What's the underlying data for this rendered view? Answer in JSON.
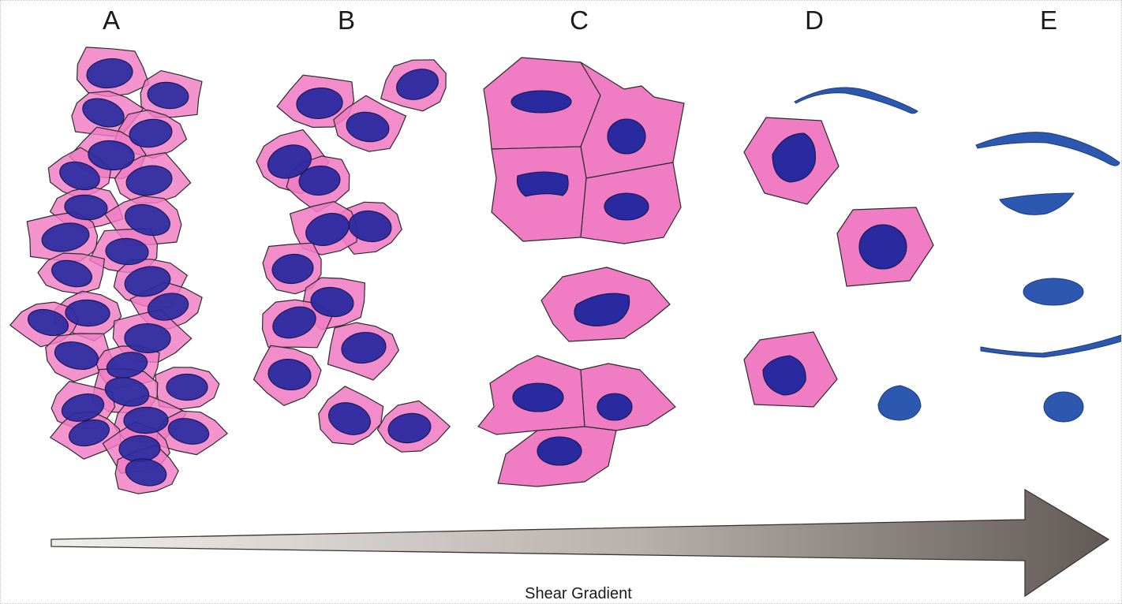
{
  "panels": [
    {
      "id": "A",
      "label": "A"
    },
    {
      "id": "B",
      "label": "B"
    },
    {
      "id": "C",
      "label": "C"
    },
    {
      "id": "D",
      "label": "D"
    },
    {
      "id": "E",
      "label": "E"
    }
  ],
  "gradient": {
    "label": "Shear Gradient"
  },
  "colors": {
    "cytoplasm": "#f07cc4",
    "cell_outline": "#2b2b2b",
    "nucleus_attached": "#2a2aa0",
    "nucleus_detached": "#2c58b0",
    "arrow_light": "#f2eeeb",
    "arrow_dark": "#6a625e"
  }
}
